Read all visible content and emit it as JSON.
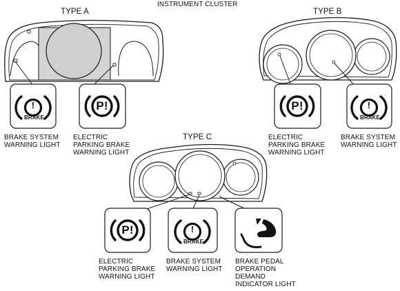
{
  "title": "INSTRUMENT CLUSTER",
  "types": {
    "a": {
      "label": "TYPE A",
      "callouts": {
        "brake_system": {
          "icon_text": "BRAKE",
          "lines": [
            "BRAKE SYSTEM",
            "WARNING LIGHT"
          ]
        },
        "epb": {
          "icon_text": "P!",
          "lines": [
            "ELECTRIC",
            "PARKING BRAKE",
            "WARNING LIGHT"
          ]
        }
      }
    },
    "b": {
      "label": "TYPE B",
      "callouts": {
        "epb": {
          "icon_text": "P!",
          "lines": [
            "ELECTRIC",
            "PARKING BRAKE",
            "WARNING LIGHT"
          ]
        },
        "brake_system": {
          "icon_text": "BRAKE",
          "lines": [
            "BRAKE SYSTEM",
            "WARNING LIGHT"
          ]
        }
      }
    },
    "c": {
      "label": "TYPE C",
      "callouts": {
        "epb": {
          "icon_text": "P!",
          "lines": [
            "ELECTRIC",
            "PARKING BRAKE",
            "WARNING LIGHT"
          ]
        },
        "brake_system": {
          "icon_text": "BRAKE",
          "lines": [
            "BRAKE SYSTEM",
            "WARNING LIGHT"
          ]
        },
        "pedal": {
          "lines": [
            "BRAKE PEDAL",
            "OPERATION",
            "DEMAND",
            "INDICATOR LIGHT"
          ]
        }
      }
    }
  },
  "colors": {
    "line": "#1a1a1a",
    "display_fill": "#d4d4d4",
    "background": "#ffffff"
  }
}
